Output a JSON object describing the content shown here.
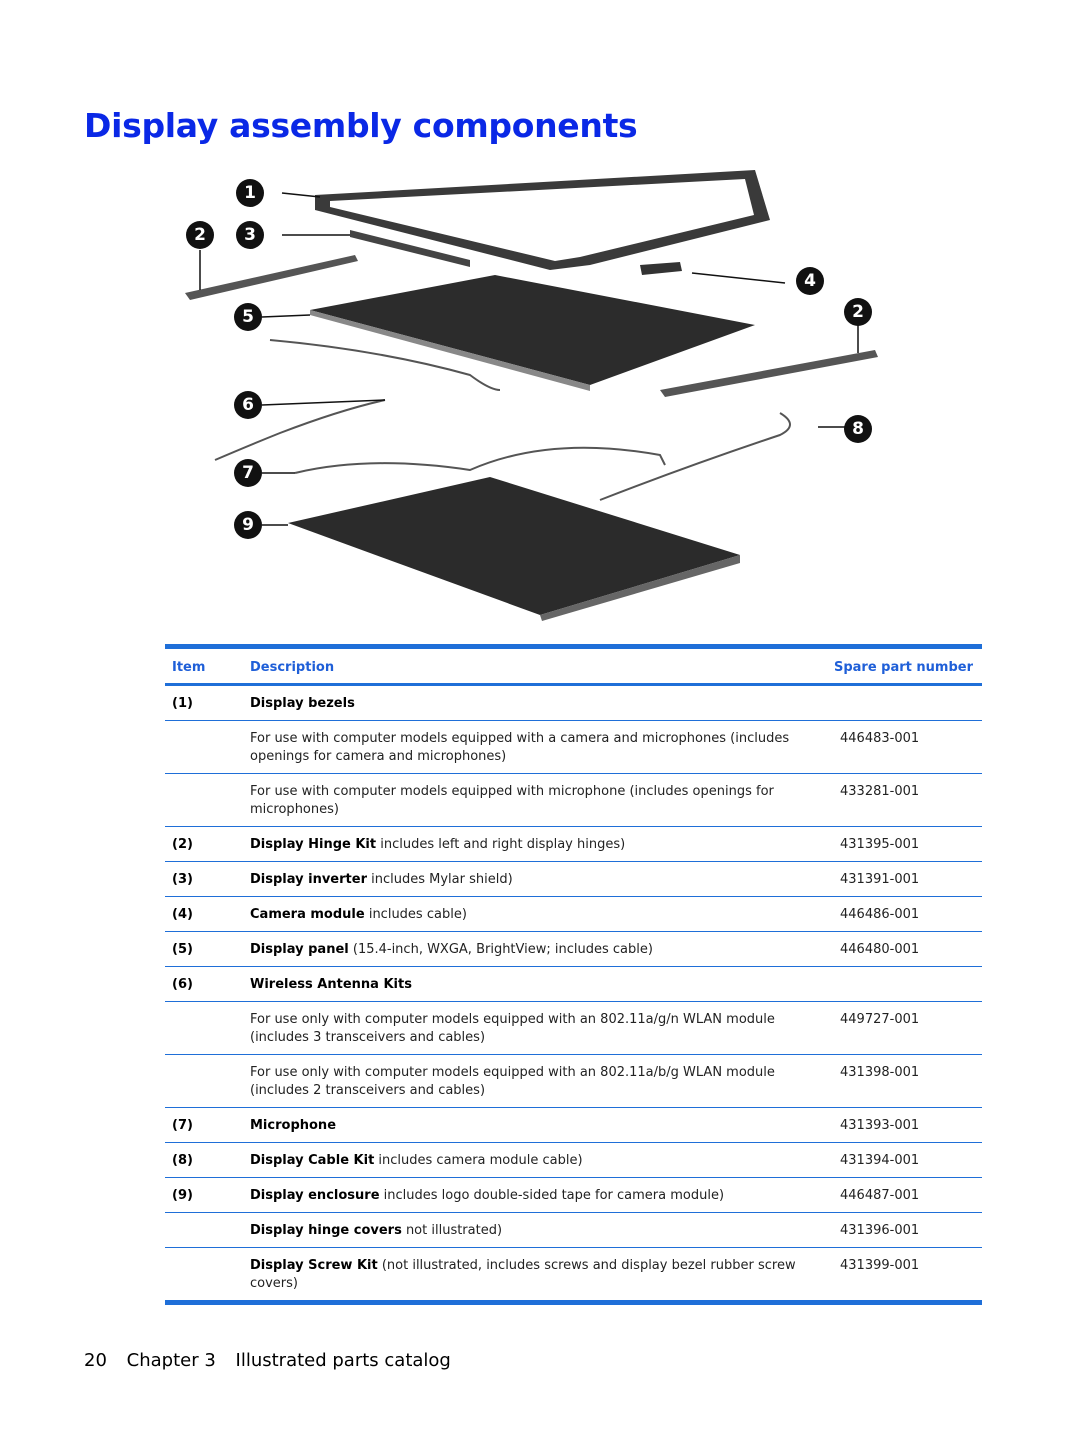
{
  "title": "Display assembly components",
  "figure": {
    "callouts": [
      "1",
      "2",
      "3",
      "2",
      "4",
      "5",
      "6",
      "7",
      "8",
      "9"
    ]
  },
  "table": {
    "headers": {
      "item": "Item",
      "description": "Description",
      "part": "Spare part number"
    },
    "rows": [
      {
        "item": "(1)",
        "name": "Display bezels",
        "detail": "",
        "part": ""
      },
      {
        "item": "",
        "name": "",
        "detail": "For use with computer models equipped with a camera and microphones (includes openings for camera and microphones)",
        "part": "446483-001"
      },
      {
        "item": "",
        "name": "",
        "detail": "For use with computer models equipped with microphone (includes openings for microphones)",
        "part": "433281-001"
      },
      {
        "item": "(2)",
        "name": "Display Hinge Kit",
        "detail": " includes left and right display hinges)",
        "part": "431395-001"
      },
      {
        "item": "(3)",
        "name": "Display inverter",
        "detail": " includes Mylar shield)",
        "part": "431391-001"
      },
      {
        "item": "(4)",
        "name": "Camera module",
        "detail": " includes cable)",
        "part": "446486-001"
      },
      {
        "item": "(5)",
        "name": "Display panel",
        "detail": " (15.4-inch, WXGA, BrightView; includes cable)",
        "part": "446480-001"
      },
      {
        "item": "(6)",
        "name": "Wireless Antenna Kits",
        "detail": "",
        "part": ""
      },
      {
        "item": "",
        "name": "",
        "detail": "For use only with computer models equipped with an 802.11a/g/n WLAN module (includes 3 transceivers and cables)",
        "part": "449727-001"
      },
      {
        "item": "",
        "name": "",
        "detail": "For use only with computer models equipped with an 802.11a/b/g WLAN module (includes 2 transceivers and cables)",
        "part": "431398-001"
      },
      {
        "item": "(7)",
        "name": "Microphone",
        "detail": "",
        "part": "431393-001"
      },
      {
        "item": "(8)",
        "name": "Display Cable Kit",
        "detail": " includes camera module cable)",
        "part": "431394-001"
      },
      {
        "item": "(9)",
        "name": "Display enclosure",
        "detail": " includes logo double-sided tape for camera module)",
        "part": "446487-001"
      },
      {
        "item": "",
        "name": "Display hinge covers",
        "detail": " not illustrated)",
        "part": "431396-001"
      },
      {
        "item": "",
        "name": "Display Screw Kit",
        "detail": " (not illustrated, includes screws and display bezel rubber screw covers)",
        "part": "431399-001"
      }
    ]
  },
  "footer": {
    "page_number": "20",
    "chapter": "Chapter 3",
    "chapter_title": "Illustrated parts catalog"
  }
}
